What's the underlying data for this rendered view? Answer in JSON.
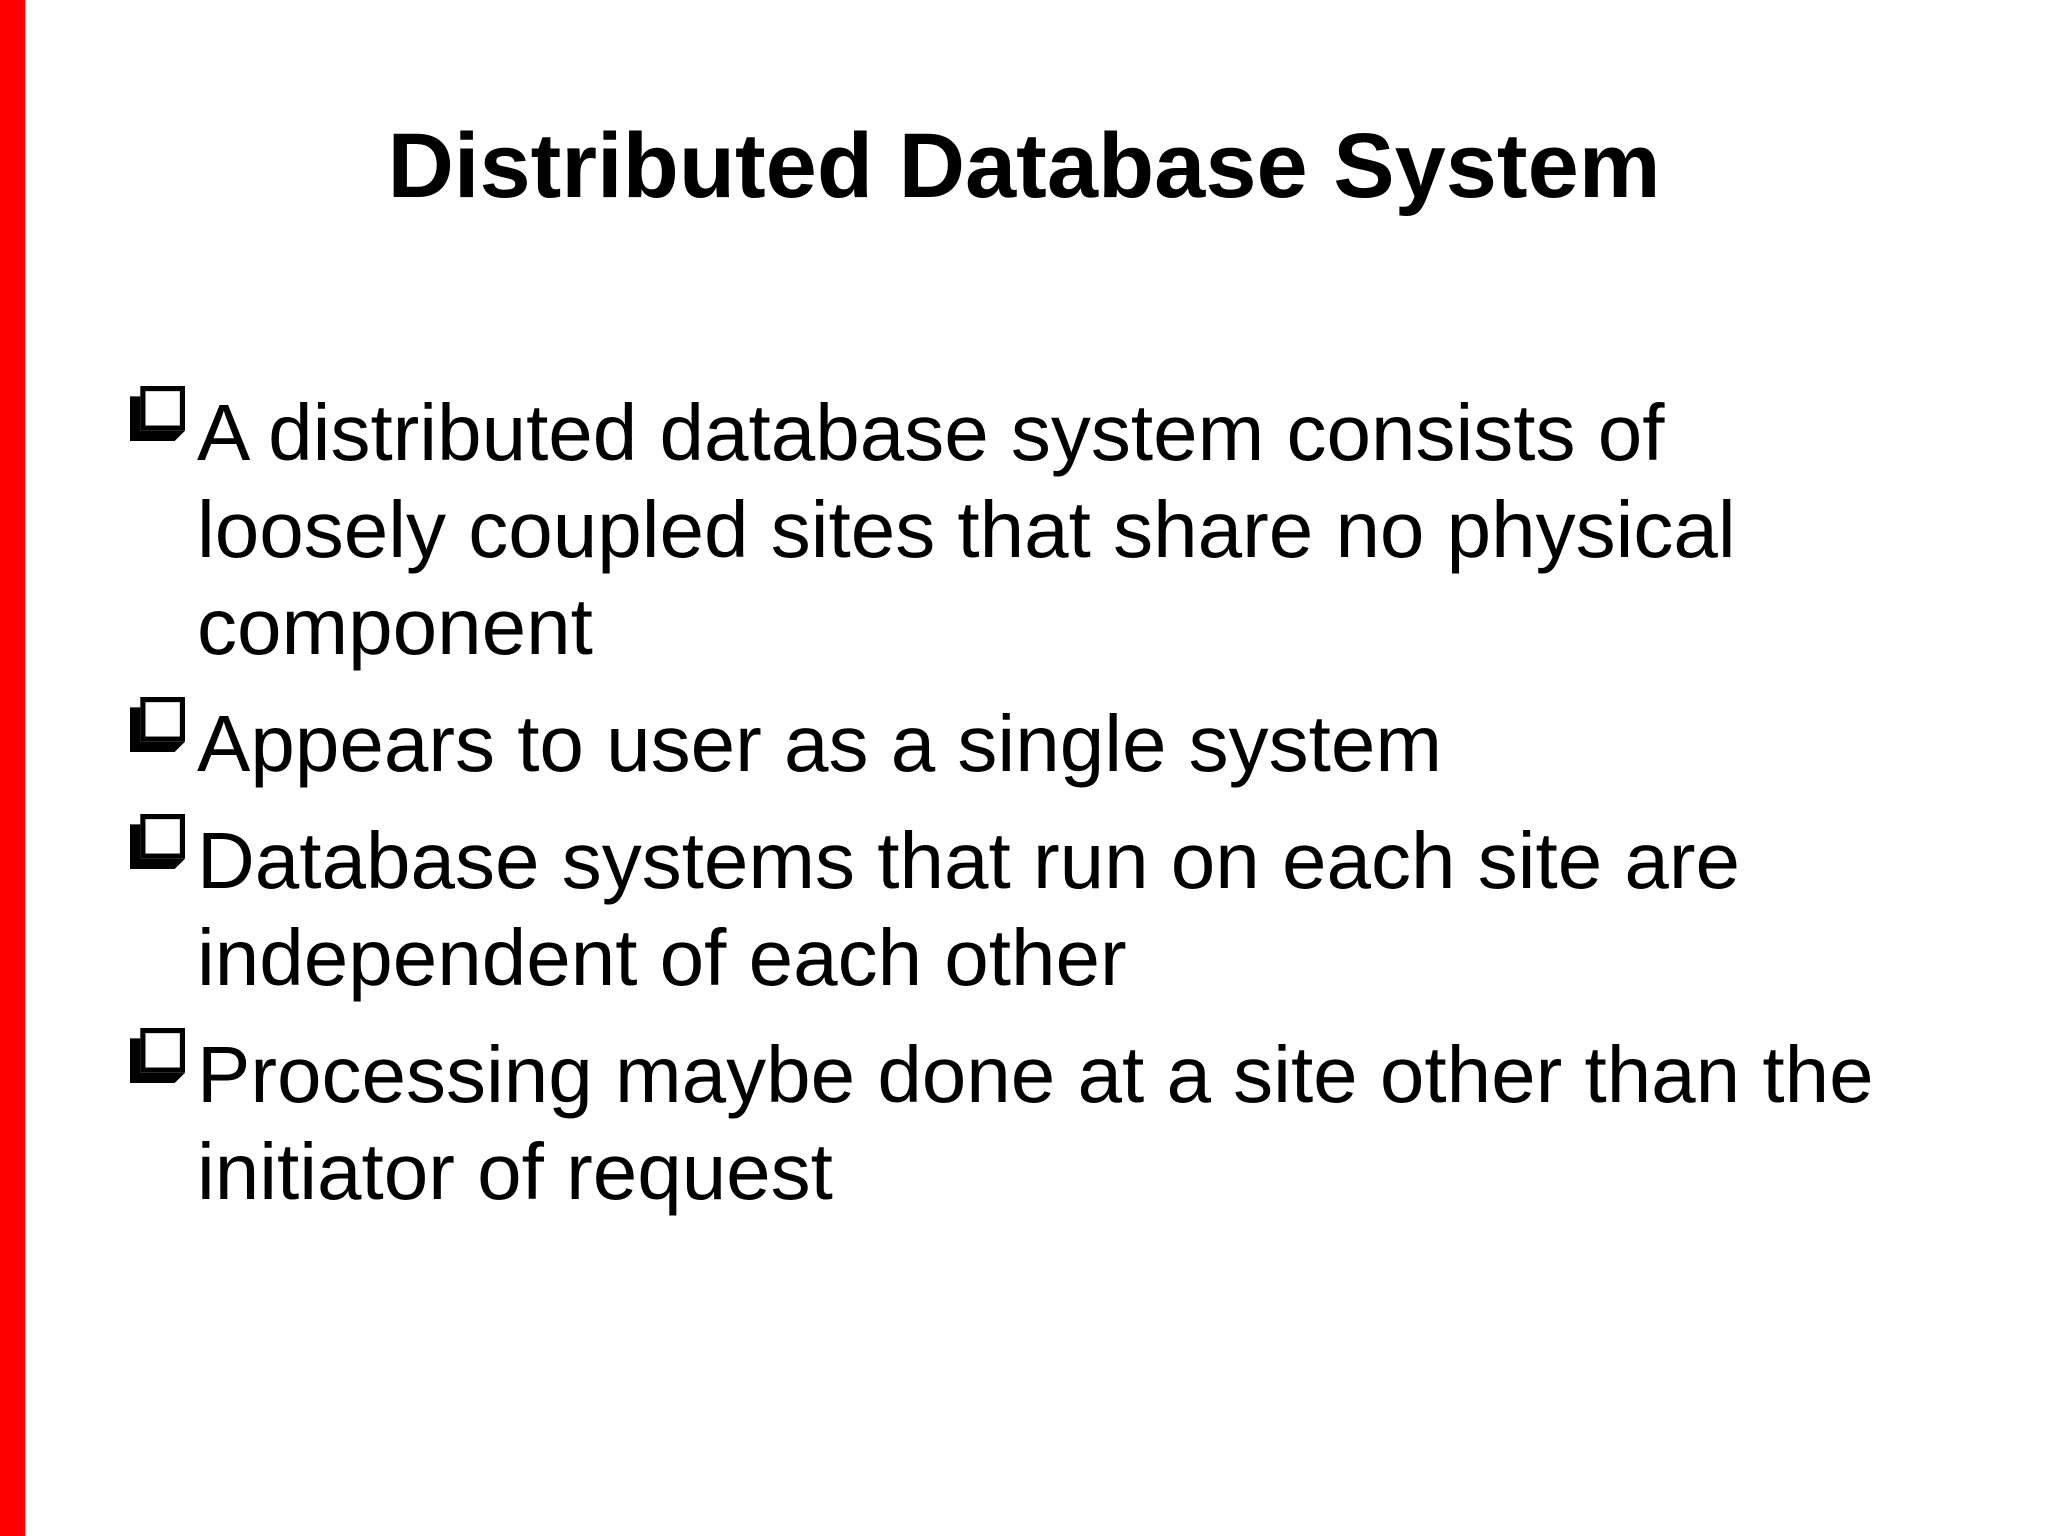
{
  "slide": {
    "title": "Distributed Database System",
    "bullets": [
      "A distributed database system consists of loosely coupled sites that share no physical component",
      "Appears to user as a single system",
      "Database systems that run on each site are independent of each other",
      "Processing maybe done at a site other than the initiator of request"
    ],
    "bullet_icon": "shadowed-square-bullet-icon",
    "colors": {
      "background": "#ffffff",
      "text": "#000000",
      "accent_bar": "#ff0000"
    }
  }
}
